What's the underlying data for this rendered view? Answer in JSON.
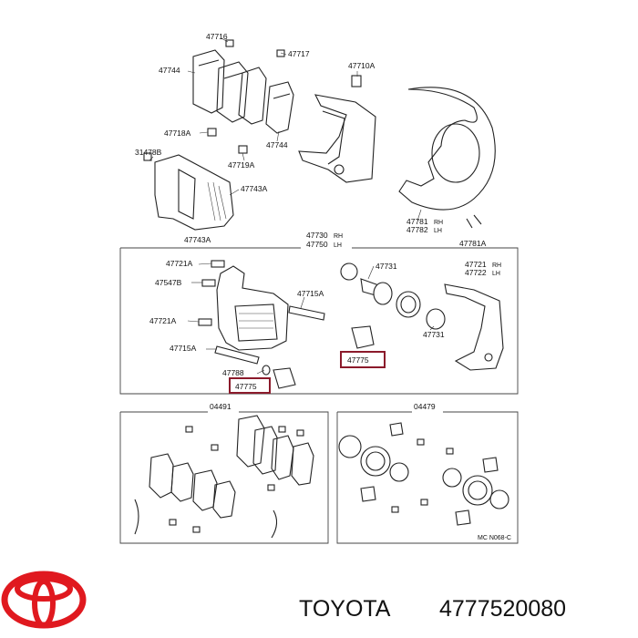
{
  "brand": {
    "name": "TOYOTA",
    "part_number": "4777520080"
  },
  "diagram": {
    "code": "MC N068-C",
    "labels": {
      "l47716": "47716",
      "l47717": "47717",
      "l47744a": "47744",
      "l47744b": "47744",
      "l47710A": "47710A",
      "l47718A": "47718A",
      "l47719A": "47719A",
      "l31478B": "31478B",
      "l47743A_1": "47743A",
      "l47743A_2": "47743A",
      "l47781a": "47781",
      "l47781b": "47782",
      "l47781A": "47781A",
      "l47730": "47730",
      "l47750": "47750",
      "l47721A_1": "47721A",
      "l47547B": "47547B",
      "l47721A_2": "47721A",
      "l47715A_1": "47715A",
      "l47715A_2": "47715A",
      "l47788": "47788",
      "l47775_1": "47775",
      "l47775_2": "47775",
      "l47731_1": "47731",
      "l47731_2": "47731",
      "l47721": "47721",
      "l47722": "47722",
      "l04491": "04491",
      "l04479": "04479",
      "rh1": "RH",
      "rh2": "RH",
      "rh3": "RH",
      "lh1": "LH",
      "lh2": "LH",
      "lh3": "LH"
    }
  },
  "colors": {
    "highlight": "#8b1a2b",
    "logo": "#e0191f"
  }
}
